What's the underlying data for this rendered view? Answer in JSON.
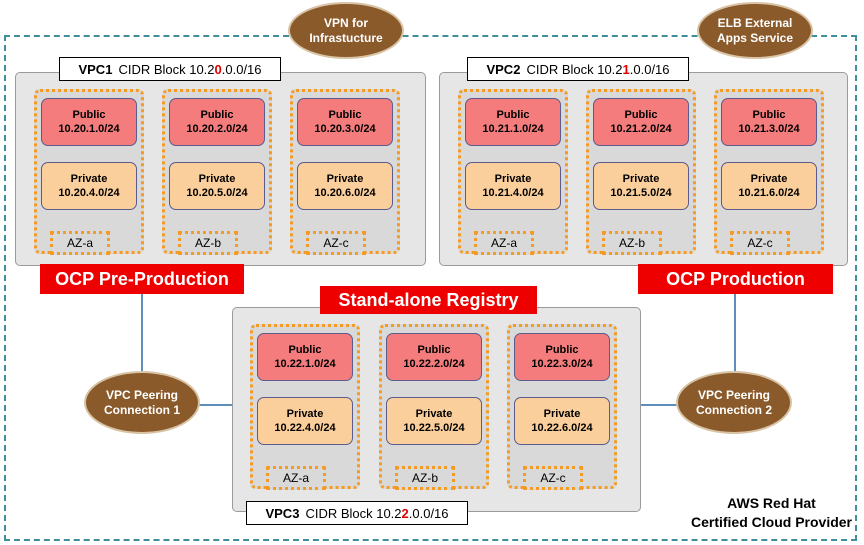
{
  "provider": {
    "line1": "AWS Red Hat",
    "line2": "Certified Cloud Provider"
  },
  "ovals": {
    "vpn": {
      "line1": "VPN for",
      "line2": "Infrastucture"
    },
    "elb": {
      "line1": "ELB External",
      "line2": "Apps Service"
    },
    "peer1": {
      "line1": "VPC Peering",
      "line2": "Connection 1"
    },
    "peer2": {
      "line1": "VPC Peering",
      "line2": "Connection 2"
    }
  },
  "banners": {
    "preprod": "OCP Pre-Production",
    "prod": "OCP Production",
    "registry": "Stand-alone Registry"
  },
  "vpcs": [
    {
      "name": "VPC1",
      "cidr_prefix": "CIDR Block 10.2",
      "cidr_highlight": "0",
      "cidr_suffix": ".0.0/16",
      "azs": [
        {
          "public_label": "Public",
          "public_cidr": "10.20.1.0/24",
          "private_label": "Private",
          "private_cidr": "10.20.4.0/24",
          "az": "AZ-a"
        },
        {
          "public_label": "Public",
          "public_cidr": "10.20.2.0/24",
          "private_label": "Private",
          "private_cidr": "10.20.5.0/24",
          "az": "AZ-b"
        },
        {
          "public_label": "Public",
          "public_cidr": "10.20.3.0/24",
          "private_label": "Private",
          "private_cidr": "10.20.6.0/24",
          "az": "AZ-c"
        }
      ]
    },
    {
      "name": "VPC2",
      "cidr_prefix": "CIDR Block 10.2",
      "cidr_highlight": "1",
      "cidr_suffix": ".0.0/16",
      "azs": [
        {
          "public_label": "Public",
          "public_cidr": "10.21.1.0/24",
          "private_label": "Private",
          "private_cidr": "10.21.4.0/24",
          "az": "AZ-a"
        },
        {
          "public_label": "Public",
          "public_cidr": "10.21.2.0/24",
          "private_label": "Private",
          "private_cidr": "10.21.5.0/24",
          "az": "AZ-b"
        },
        {
          "public_label": "Public",
          "public_cidr": "10.21.3.0/24",
          "private_label": "Private",
          "private_cidr": "10.21.6.0/24",
          "az": "AZ-c"
        }
      ]
    },
    {
      "name": "VPC3",
      "cidr_prefix": "CIDR Block 10.2",
      "cidr_highlight": "2",
      "cidr_suffix": ".0.0/16",
      "azs": [
        {
          "public_label": "Public",
          "public_cidr": "10.22.1.0/24",
          "private_label": "Private",
          "private_cidr": "10.22.4.0/24",
          "az": "AZ-a"
        },
        {
          "public_label": "Public",
          "public_cidr": "10.22.2.0/24",
          "private_label": "Private",
          "private_cidr": "10.22.5.0/24",
          "az": "AZ-b"
        },
        {
          "public_label": "Public",
          "public_cidr": "10.22.3.0/24",
          "private_label": "Private",
          "private_cidr": "10.22.6.0/24",
          "az": "AZ-c"
        }
      ]
    }
  ],
  "colors": {
    "public_subnet": "#f47c7c",
    "private_subnet": "#fbcf9c",
    "az_border": "#f59a23",
    "banner": "#ee0000",
    "oval": "#8b5a2b",
    "outer_border": "#3f8f9a"
  }
}
